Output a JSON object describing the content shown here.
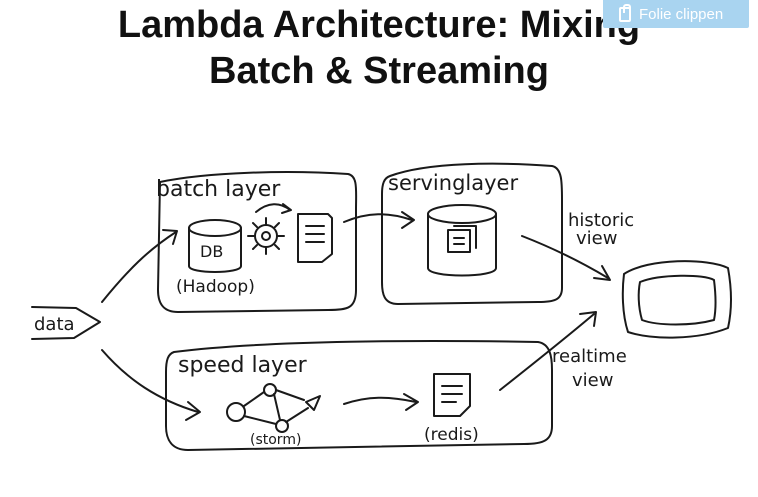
{
  "title": {
    "line1": "Lambda Architecture: Mixing",
    "line2": "Batch & Streaming"
  },
  "clip_button": {
    "label": "Folie clippen",
    "icon": "clip-icon"
  },
  "diagram": {
    "input_label": "data",
    "batch_layer": {
      "label": "batch layer",
      "db_label": "DB",
      "db_caption": "(Hadoop)"
    },
    "serving_layer": {
      "label": "servinglayer"
    },
    "speed_layer": {
      "label": "speed layer",
      "graph_caption": "(storm)",
      "store_caption": "(redis)"
    },
    "historic_view": {
      "line1": "historic",
      "line2": "view"
    },
    "realtime_view": {
      "line1": "realtime",
      "line2": "view"
    }
  }
}
